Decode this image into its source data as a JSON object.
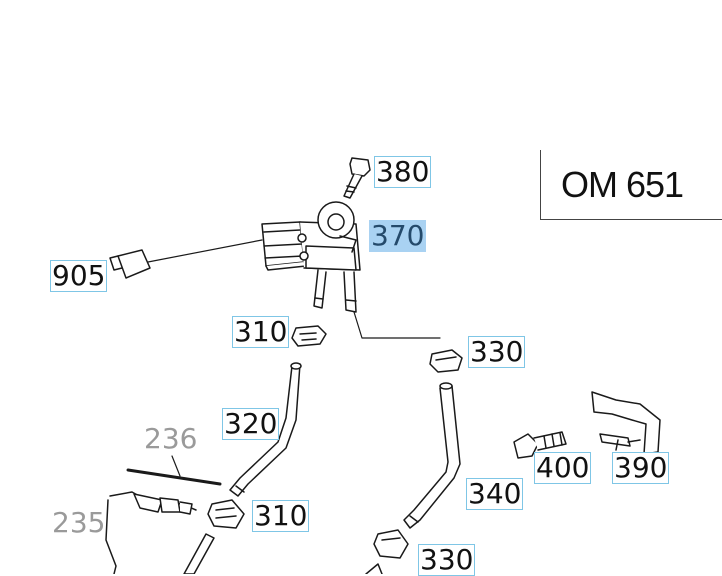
{
  "engine_label": "OM 651",
  "callouts": {
    "c380": "380",
    "c370": "370",
    "c905": "905",
    "c310a": "310",
    "c330a": "330",
    "c320": "320",
    "c400": "400",
    "c390": "390",
    "c340": "340",
    "c310b": "310",
    "c330b": "330"
  },
  "reference_labels": {
    "r236": "236",
    "r235": "235"
  },
  "highlight_color": "#a9d2f2",
  "callout_border_color": "#7fc6e6"
}
